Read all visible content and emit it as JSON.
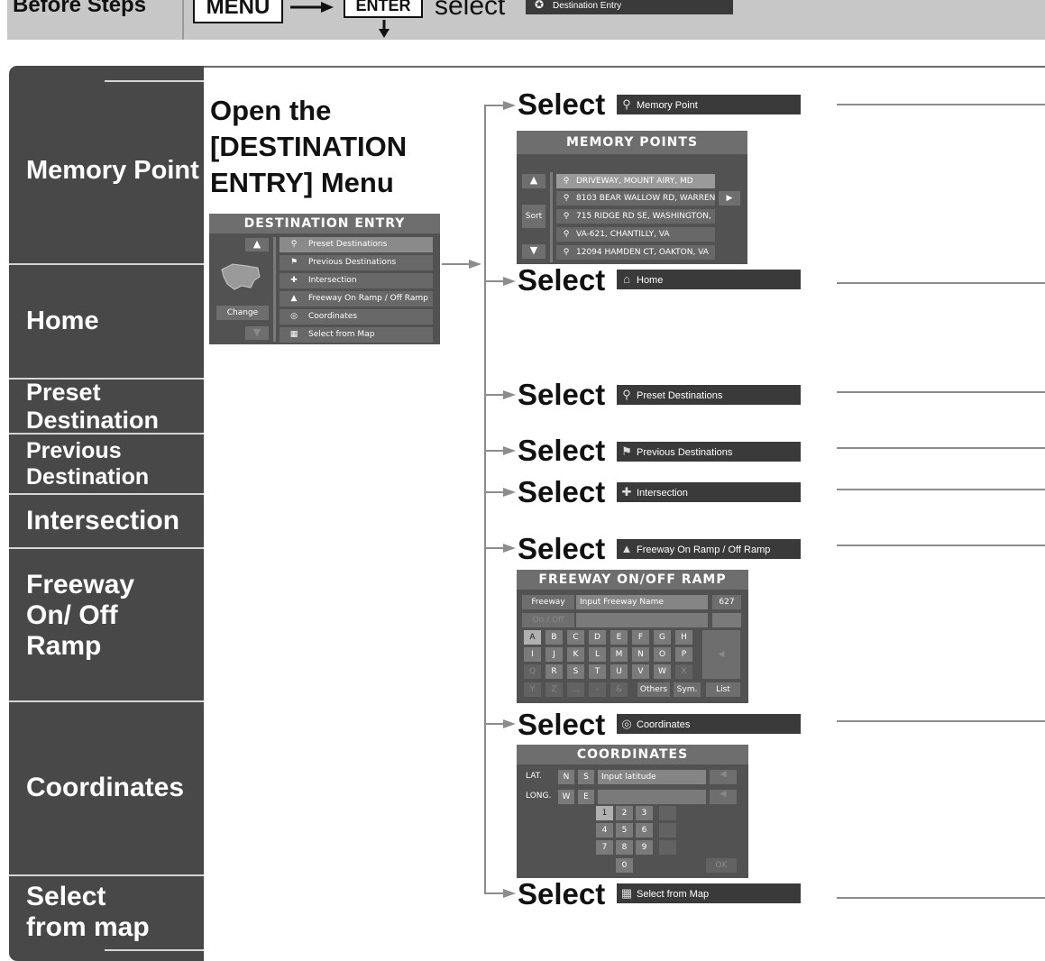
{
  "top_bar": {
    "before_steps": "Before Steps",
    "menu_key": "MENU",
    "enter_key": "ENTER",
    "select_word": "select",
    "destination_entry_button": "Destination Entry"
  },
  "categories": [
    "Memory Point",
    "Home",
    "Preset Destination",
    "Previous Destination",
    "Intersection",
    "Freeway On/ Off Ramp",
    "Coordinates",
    "Select from map"
  ],
  "open_heading": "Open the [DESTINATION ENTRY] Menu",
  "destination_entry_screen": {
    "title": "DESTINATION ENTRY",
    "change_label": "Change",
    "items": [
      {
        "icon": "pin",
        "label": "Preset Destinations"
      },
      {
        "icon": "flag",
        "label": "Previous Destinations"
      },
      {
        "icon": "intersection",
        "label": "Intersection"
      },
      {
        "icon": "freeway",
        "label": "Freeway On Ramp / Off Ramp"
      },
      {
        "icon": "coordinates",
        "label": "Coordinates"
      },
      {
        "icon": "map",
        "label": "Select from Map"
      }
    ]
  },
  "select_word": "Select",
  "select_rows": [
    {
      "icon": "pin",
      "label": "Memory Point"
    },
    {
      "icon": "home",
      "label": "Home"
    },
    {
      "icon": "pin",
      "label": "Preset Destinations"
    },
    {
      "icon": "flag",
      "label": "Previous Destinations"
    },
    {
      "icon": "intersection",
      "label": "Intersection"
    },
    {
      "icon": "freeway",
      "label": "Freeway On Ramp / Off Ramp"
    },
    {
      "icon": "coordinates",
      "label": "Coordinates"
    },
    {
      "icon": "map",
      "label": "Select from Map"
    }
  ],
  "memory_points_screen": {
    "title": "MEMORY POINTS",
    "sort_label": "Sort",
    "items": [
      "DRIVEWAY, MOUNT AIRY, MD",
      "8103 BEAR WALLOW RD, WARREN",
      "715 RIDGE RD SE, WASHINGTON,",
      "VA-621, CHANTILLY, VA",
      "12094 HAMDEN CT, OAKTON, VA"
    ]
  },
  "freeway_screen": {
    "title": "FREEWAY ON/OFF RAMP",
    "freeway_label": "Freeway",
    "input_placeholder": "Input Freeway Name",
    "count": "627",
    "on_off_label": "On / Off",
    "key_rows": [
      [
        "A",
        "B",
        "C",
        "D",
        "E",
        "F",
        "G",
        "H"
      ],
      [
        "I",
        "J",
        "K",
        "L",
        "M",
        "N",
        "O",
        "P"
      ],
      [
        "Q",
        "R",
        "S",
        "T",
        "U",
        "V",
        "W",
        "X"
      ],
      [
        "Y",
        "Z",
        "...",
        "-",
        "&"
      ]
    ],
    "others_label": "Others",
    "sym_label": "Sym.",
    "list_label": "List"
  },
  "coordinates_screen": {
    "title": "COORDINATES",
    "lat_label": "LAT.",
    "long_label": "LONG.",
    "n_label": "N",
    "s_label": "S",
    "w_label": "W",
    "e_label": "E",
    "input_placeholder": "Input latitude",
    "keys": [
      "1",
      "2",
      "3",
      "4",
      "5",
      "6",
      "7",
      "8",
      "9",
      "0"
    ],
    "ok_label": "OK"
  }
}
